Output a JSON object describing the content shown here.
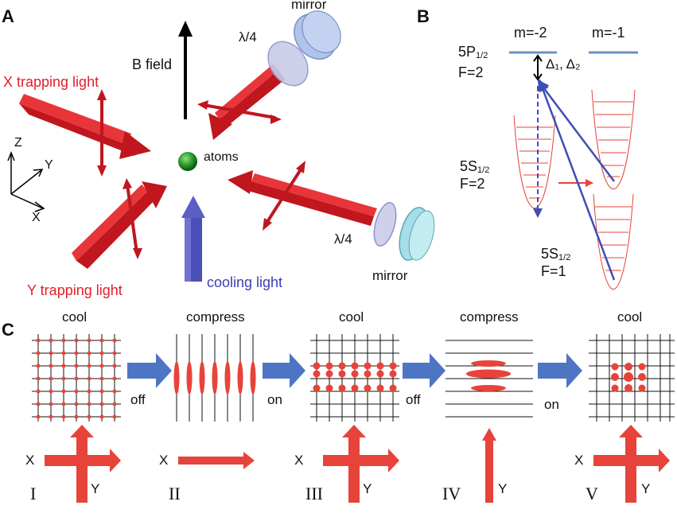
{
  "panels": {
    "a": "A",
    "b": "B",
    "c": "C"
  },
  "panel_a": {
    "mirror_top": "mirror",
    "qwp_top": "λ/4",
    "b_field": "B field",
    "x_trapping": "X trapping light",
    "y_trapping": "Y trapping light",
    "atoms": "atoms",
    "cooling": "cooling light",
    "qwp_right": "λ/4",
    "mirror_right": "mirror",
    "axis_z": "Z",
    "axis_y": "Y",
    "axis_x": "X"
  },
  "panel_b": {
    "m_minus2": "m=-2",
    "m_minus1": "m=-1",
    "excited_name": "5P",
    "excited_sub": "1/2",
    "excited_f": "F=2",
    "detuning": "Δ₁, Δ₂",
    "ground2_name": "5S",
    "ground2_sub": "1/2",
    "ground2_f": "F=2",
    "ground1_name": "5S",
    "ground1_sub": "1/2",
    "ground1_f": "F=1"
  },
  "panel_c": {
    "steps": [
      {
        "title": "cool",
        "roman": "I"
      },
      {
        "title": "compress",
        "roman": "II"
      },
      {
        "title": "cool",
        "roman": "III"
      },
      {
        "title": "compress",
        "roman": "IV"
      },
      {
        "title": "cool",
        "roman": "V"
      }
    ],
    "transitions": [
      "off",
      "on",
      "off",
      "on"
    ],
    "beam_x": "X",
    "beam_y": "Y"
  },
  "colors": {
    "trap_red": "#d81e26",
    "cool_blue": "#4a4fb8",
    "arrow_blue": "#4e74c4",
    "lattice_red": "#e8433a"
  }
}
